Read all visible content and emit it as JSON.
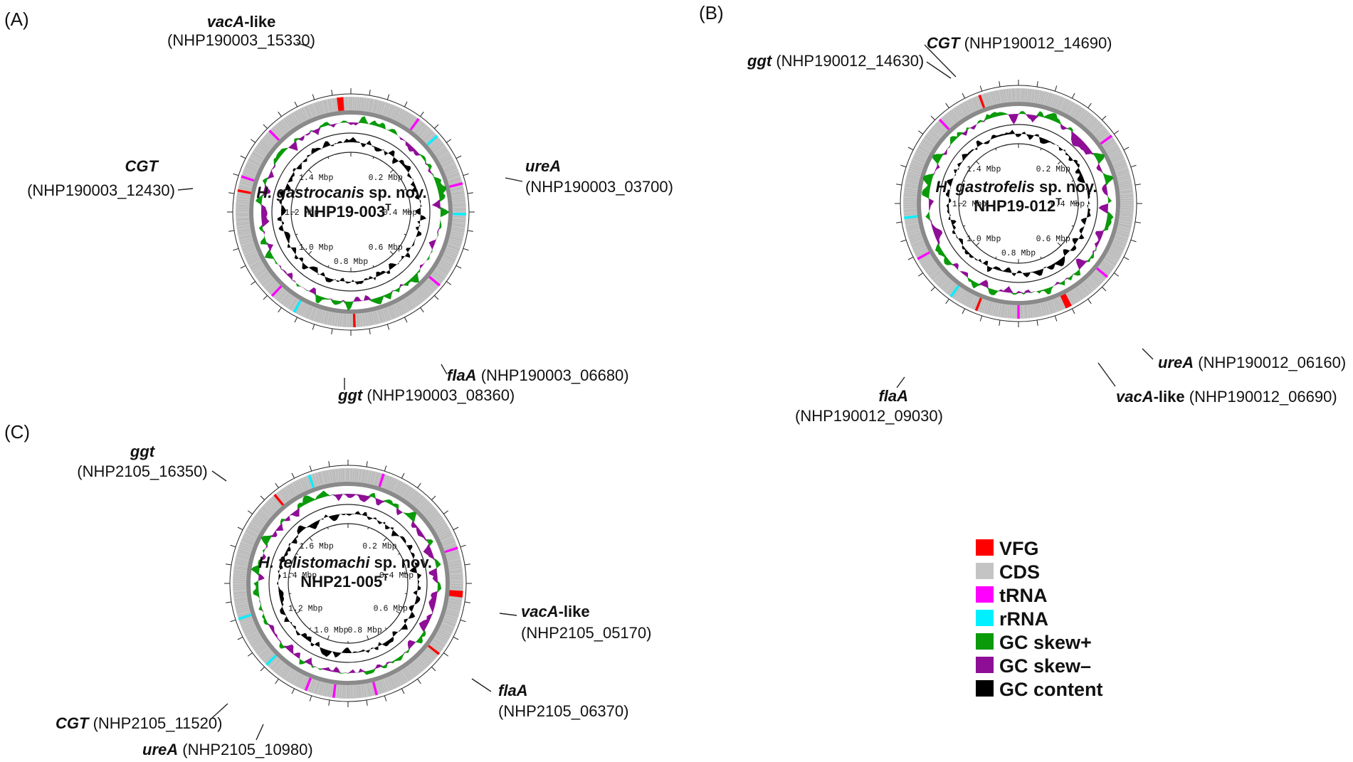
{
  "colors": {
    "VFG": "#ff0000",
    "CDS": "#c4c4c4",
    "tRNA": "#ff00ff",
    "rRNA": "#00f0ff",
    "GC skew+": "#0a9a0a",
    "GC skew–": "#8e0e96",
    "GC content": "#000000"
  },
  "legend": [
    {
      "key": "VFG",
      "label": "VFG"
    },
    {
      "key": "CDS",
      "label": "CDS"
    },
    {
      "key": "tRNA",
      "label": "tRNA"
    },
    {
      "key": "rRNA",
      "label": "rRNA"
    },
    {
      "key": "GC skew+",
      "label": "GC skew+"
    },
    {
      "key": "GC skew–",
      "label": "GC skew–"
    },
    {
      "key": "GC content",
      "label": "GC content"
    }
  ],
  "panels": [
    {
      "id": "A",
      "label": "(A)",
      "title_species": "H. gastrocanis",
      "title_suffix": " sp. nov.",
      "title_strain": "NHP19-003",
      "title_sup": "T",
      "genome_mbp": 1.6,
      "tick_labels": [
        "0.2 Mbp",
        "0.4 Mbp",
        "0.6 Mbp",
        "0.8 Mbp",
        "1.0 Mbp",
        "1.2 Mbp",
        "1.4 Mbp"
      ],
      "features": [
        {
          "type": "VFG",
          "frac": 0.985
        },
        {
          "type": "rRNA",
          "frac": 0.135
        },
        {
          "type": "rRNA",
          "frac": 0.253
        },
        {
          "type": "rRNA",
          "frac": 0.582
        },
        {
          "type": "tRNA",
          "frac": 0.1
        },
        {
          "type": "tRNA",
          "frac": 0.21
        },
        {
          "type": "tRNA",
          "frac": 0.36
        },
        {
          "type": "tRNA",
          "frac": 0.62
        },
        {
          "type": "tRNA",
          "frac": 0.8
        },
        {
          "type": "tRNA",
          "frac": 0.875
        },
        {
          "type": "VFG",
          "frac": 0.495,
          "thin": true
        },
        {
          "type": "VFG",
          "frac": 0.78,
          "thin": true
        }
      ],
      "annotations": [
        {
          "gene": "vacA",
          "suffix": "-like",
          "id": "(NHP190003_15330)"
        },
        {
          "gene": "CGT",
          "suffix": "",
          "id": "(NHP190003_12430)"
        },
        {
          "gene": "ureA",
          "suffix": "",
          "id": "(NHP190003_03700)"
        },
        {
          "gene": "flaA",
          "suffix": "",
          "id": "(NHP190003_06680)"
        },
        {
          "gene": "ggt",
          "suffix": "",
          "id": "(NHP190003_08360)"
        }
      ]
    },
    {
      "id": "B",
      "label": "(B)",
      "title_species": "H. gastrofelis",
      "title_suffix": " sp. nov.",
      "title_strain": "NHP19-012",
      "title_sup": "T",
      "genome_mbp": 1.6,
      "tick_labels": [
        "0.2 Mbp",
        "0.4 Mbp",
        "0.6 Mbp",
        "0.8 Mbp",
        "1.0 Mbp",
        "1.2 Mbp",
        "1.4 Mbp"
      ],
      "features": [
        {
          "type": "VFG",
          "frac": 0.428
        },
        {
          "type": "rRNA",
          "frac": 0.73
        },
        {
          "type": "rRNA",
          "frac": 0.6
        },
        {
          "type": "tRNA",
          "frac": 0.5
        },
        {
          "type": "tRNA",
          "frac": 0.15
        },
        {
          "type": "tRNA",
          "frac": 0.88
        },
        {
          "type": "tRNA",
          "frac": 0.67
        },
        {
          "type": "tRNA",
          "frac": 0.36
        },
        {
          "type": "VFG",
          "frac": 0.945,
          "thin": true
        },
        {
          "type": "VFG",
          "frac": 0.56,
          "thin": true
        }
      ],
      "annotations": [
        {
          "gene": "CGT",
          "suffix": "",
          "id": "(NHP190012_14690)"
        },
        {
          "gene": "ggt",
          "suffix": "",
          "id": "(NHP190012_14630)"
        },
        {
          "gene": "ureA",
          "suffix": "",
          "id": "(NHP190012_06160)"
        },
        {
          "gene": "vacA",
          "suffix": "-like",
          "id": "(NHP190012_06690)"
        },
        {
          "gene": "flaA",
          "suffix": "",
          "id": "(NHP190012_09030)"
        }
      ]
    },
    {
      "id": "C",
      "label": "(C)",
      "title_species": "H. felistomachi",
      "title_suffix": " sp. nov.",
      "title_strain": "NHP21-005",
      "title_sup": "T",
      "genome_mbp": 1.8,
      "tick_labels": [
        "0.2 Mbp",
        "0.4 Mbp",
        "0.6 Mbp",
        "0.8 Mbp",
        "1.0 Mbp",
        "1.2 Mbp",
        "1.4 Mbp",
        "1.6 Mbp"
      ],
      "features": [
        {
          "type": "VFG",
          "frac": 0.265
        },
        {
          "type": "rRNA",
          "frac": 0.945
        },
        {
          "type": "rRNA",
          "frac": 0.625
        },
        {
          "type": "rRNA",
          "frac": 0.7
        },
        {
          "type": "tRNA",
          "frac": 0.05
        },
        {
          "type": "tRNA",
          "frac": 0.56
        },
        {
          "type": "tRNA",
          "frac": 0.2
        },
        {
          "type": "tRNA",
          "frac": 0.52
        },
        {
          "type": "tRNA",
          "frac": 0.46
        },
        {
          "type": "VFG",
          "frac": 0.355,
          "thin": true
        },
        {
          "type": "VFG",
          "frac": 0.89,
          "thin": true
        }
      ],
      "annotations": [
        {
          "gene": "ggt",
          "suffix": "",
          "id": "(NHP2105_16350)"
        },
        {
          "gene": "vacA",
          "suffix": "-like",
          "id": "(NHP2105_05170)"
        },
        {
          "gene": "flaA",
          "suffix": "",
          "id": "(NHP2105_06370)"
        },
        {
          "gene": "CGT",
          "suffix": "",
          "id": "(NHP2105_11520)"
        },
        {
          "gene": "ureA",
          "suffix": "",
          "id": "(NHP2105_10980)"
        }
      ]
    }
  ]
}
